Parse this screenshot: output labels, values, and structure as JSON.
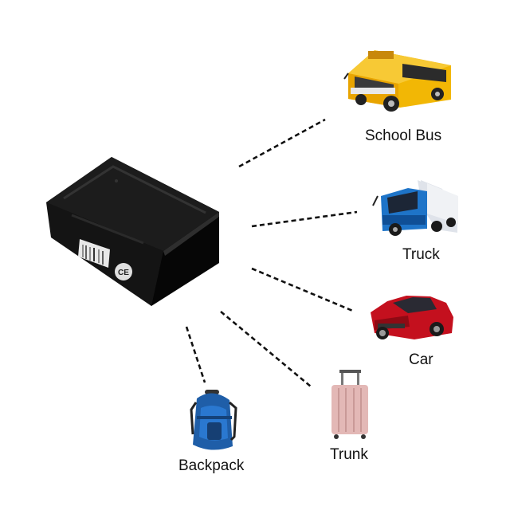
{
  "destinations": {
    "school_bus": "School Bus",
    "truck": "Truck",
    "car": "Car",
    "trunk": "Trunk",
    "backpack": "Backpack"
  },
  "device": {
    "certification_mark": "CE"
  },
  "colors": {
    "device_body": "#111111",
    "bus_yellow": "#f2b705",
    "truck_blue": "#1e74c8",
    "car_red": "#c4101e",
    "suitcase_pink": "#e3b8b6",
    "backpack_blue": "#1f5ea8",
    "connector_lines": "#111111"
  },
  "icons": [
    "gps-tracker-device",
    "school-bus-icon",
    "truck-icon",
    "car-icon",
    "suitcase-icon",
    "backpack-icon"
  ]
}
